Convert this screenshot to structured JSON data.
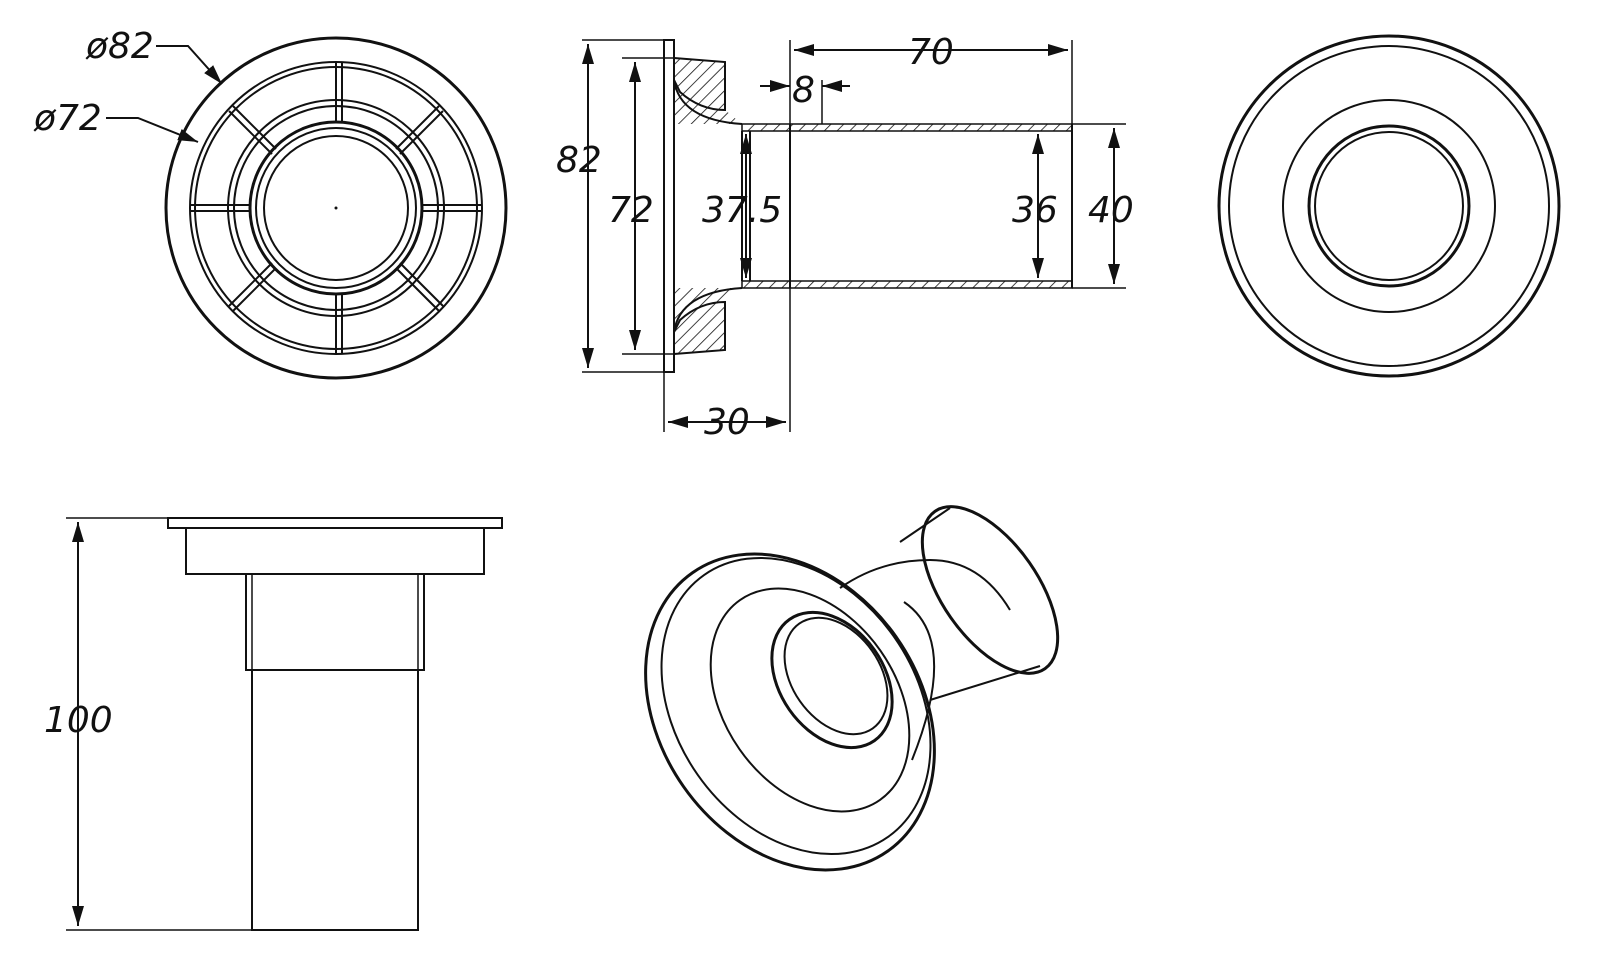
{
  "front_view": {
    "outer_diameter_label": "ø82",
    "inner_diameter_label": "ø72"
  },
  "section_view": {
    "flange_height": "82",
    "flange_inner_height": "72",
    "bore": "37.5",
    "flange_depth": "30",
    "tube_length": "70",
    "step_length": "8",
    "tube_inner": "36",
    "tube_outer": "40"
  },
  "side_view": {
    "total_length": "100"
  },
  "colors": {
    "line": "#111111",
    "background": "#ffffff"
  }
}
